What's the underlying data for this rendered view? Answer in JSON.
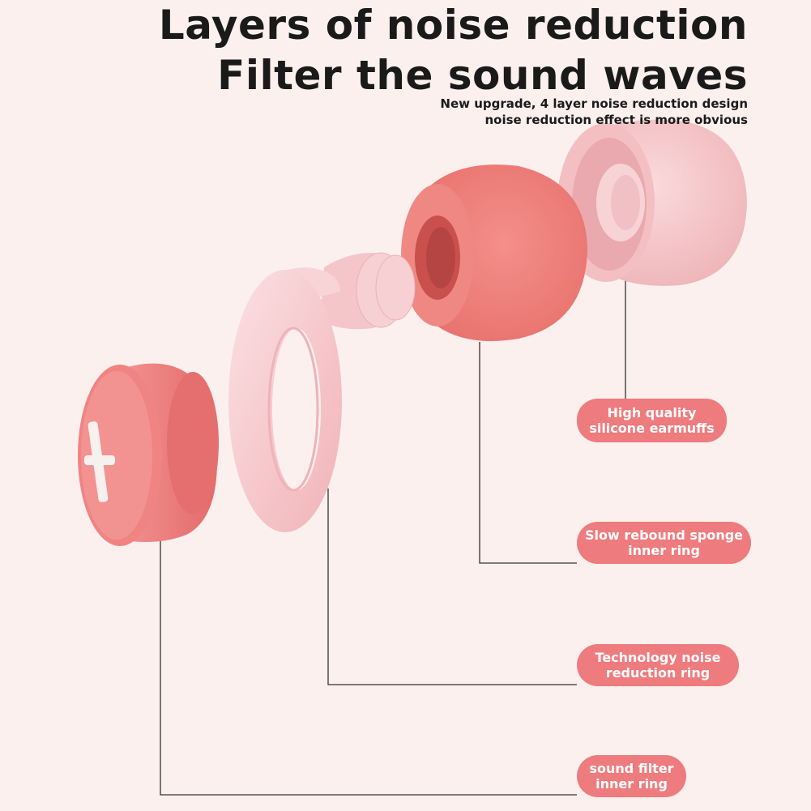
{
  "header": {
    "title_line1": "Layers of noise reduction",
    "title_line2": "Filter the sound waves",
    "subtitle_line1": "New upgrade, 4 layer noise reduction design",
    "subtitle_line2": "noise reduction effect is more obvious"
  },
  "labels": {
    "silicone": "High quality\nsilicone earmuffs",
    "sponge": "Slow rebound sponge\ninner ring",
    "ring": "Technology noise\nreduction ring",
    "filter": "sound filter\ninner ring"
  },
  "colors": {
    "background": "#fbf0ee",
    "label_fill": "#ee7b7d",
    "sponge": "#ee8580",
    "silicone": "#f4c4c6",
    "ring": "#f7c9cd",
    "filter_cap": "#ef7f7d",
    "leader_line": "#333333"
  }
}
